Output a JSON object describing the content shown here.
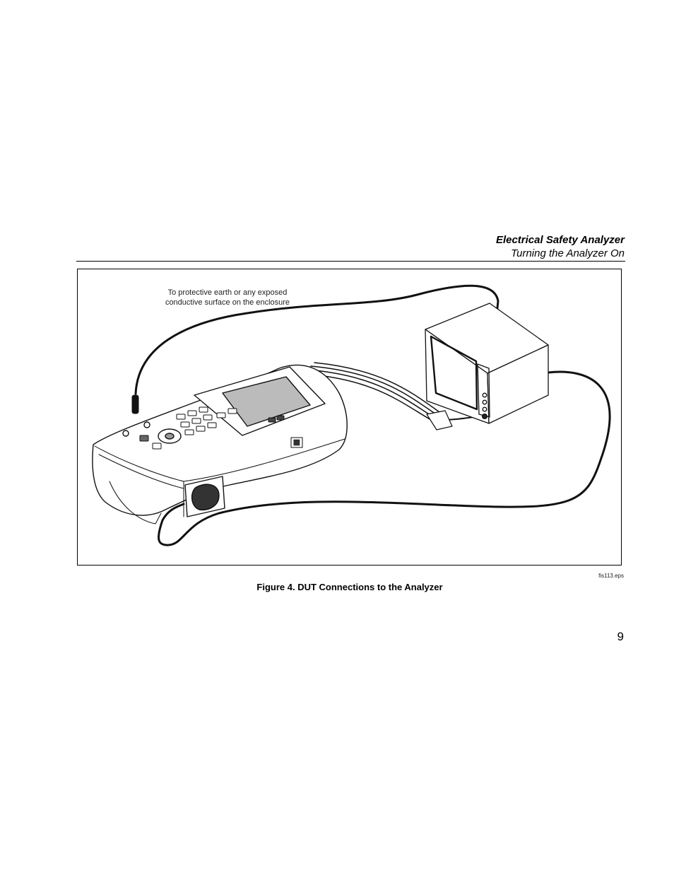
{
  "header": {
    "title": "Electrical Safety Analyzer",
    "subtitle": "Turning the Analyzer On"
  },
  "figure": {
    "callout_lines": [
      "To protective earth or any exposed",
      "conductive surface on the enclosure"
    ],
    "file_id": "fis113.eps",
    "caption": "Figure 4. DUT Connections to the Analyzer"
  },
  "page_number": "9"
}
